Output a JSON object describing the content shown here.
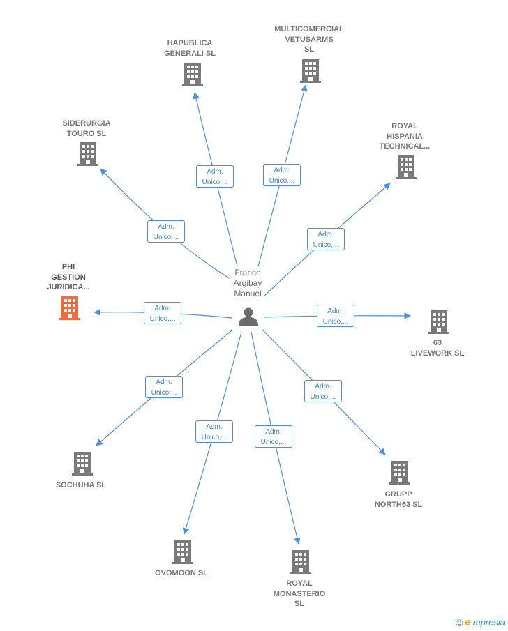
{
  "colors": {
    "edge": "#4a90e2",
    "building": "#7a7a7a",
    "building_highlight": "#f26b3a",
    "person": "#6b6b6b"
  },
  "person": {
    "name": "Franco\nArgibay\nManuel",
    "icon": "person-icon"
  },
  "companies": [
    {
      "id": "hapublica",
      "name": "HAPUBLICA\nGENERALI  SL",
      "role": "Adm.\nUnico,...",
      "highlight": false
    },
    {
      "id": "multicomercial",
      "name": "MULTICOMERCIAL\nVETUSARMS\nSL",
      "role": "Adm.\nUnico,...",
      "highlight": false
    },
    {
      "id": "siderurgia",
      "name": "SIDERURGIA\nTOURO  SL",
      "role": "Adm.\nUnico,...",
      "highlight": false
    },
    {
      "id": "royal-hispania",
      "name": "ROYAL\nHISPANIA\nTECHNICAL...",
      "role": "Adm.\nUnico,...",
      "highlight": false
    },
    {
      "id": "phi-gestion",
      "name": "PHI\nGESTION\nJURIDICA...",
      "role": "Adm.\nUnico,...",
      "highlight": true
    },
    {
      "id": "livework",
      "name": "63\nLIVEWORK  SL",
      "role": "Adm.\nUnico,...",
      "highlight": false
    },
    {
      "id": "sochuha",
      "name": "SOCHUHA  SL",
      "role": "Adm.\nUnico,...",
      "highlight": false
    },
    {
      "id": "grupp-north",
      "name": "GRUPP\nNORTH63  SL",
      "role": "Adm.\nUnico,...",
      "highlight": false
    },
    {
      "id": "ovomoon",
      "name": "OVOMOON  SL",
      "role": "Adm.\nUnico,...",
      "highlight": false
    },
    {
      "id": "royal-monasterio",
      "name": "ROYAL\nMONASTERIO\nSL",
      "role": "Adm.\nUnico,...",
      "highlight": false
    }
  ],
  "footer": {
    "copyright": "©",
    "brand_initial": "e",
    "brand_rest": "mpresia"
  }
}
